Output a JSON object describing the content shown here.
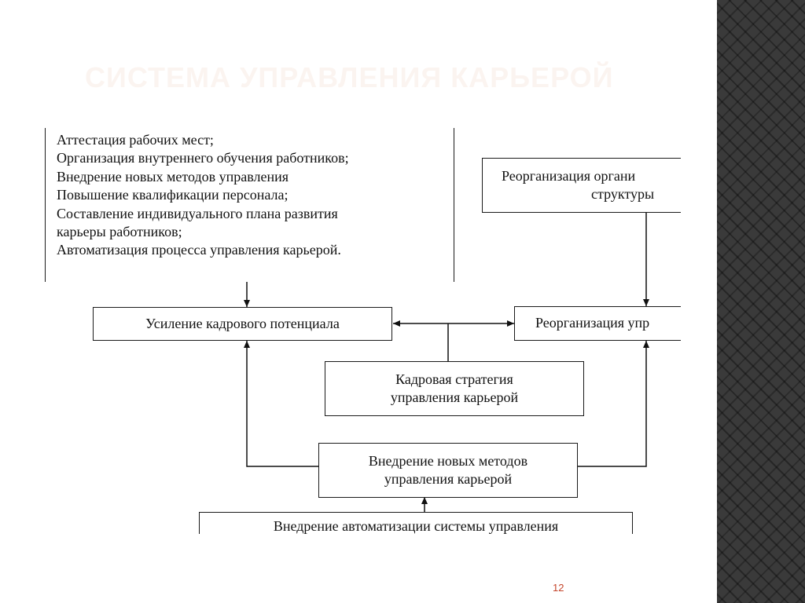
{
  "slide": {
    "title": "СИСТЕМА УПРАВЛЕНИЯ КАРЬЕРОЙ",
    "page_number": "12"
  },
  "diagram": {
    "measures_box": {
      "items": [
        "Аттестация рабочих мест;",
        "Организация внутреннего обучения работников;",
        "Внедрение новых методов управления",
        "Повышение квалификации персонала;",
        "Составление индивидуального плана развития",
        "карьеры работников;",
        "Автоматизация процесса управления карьерой."
      ]
    },
    "reorg_structure_box": {
      "line1": "Реорганизация органи",
      "line2": "структуры"
    },
    "potential_box": {
      "label": "Усиление кадрового потенциала"
    },
    "reorg_box": {
      "label": "Реорганизация упр"
    },
    "strategy_box": {
      "line1": "Кадровая стратегия",
      "line2": "управления карьерой"
    },
    "new_methods_box": {
      "line1": "Внедрение новых методов",
      "line2": "управления карьерой"
    },
    "automation_box": {
      "label": "Внедрение автоматизации системы управления"
    }
  }
}
